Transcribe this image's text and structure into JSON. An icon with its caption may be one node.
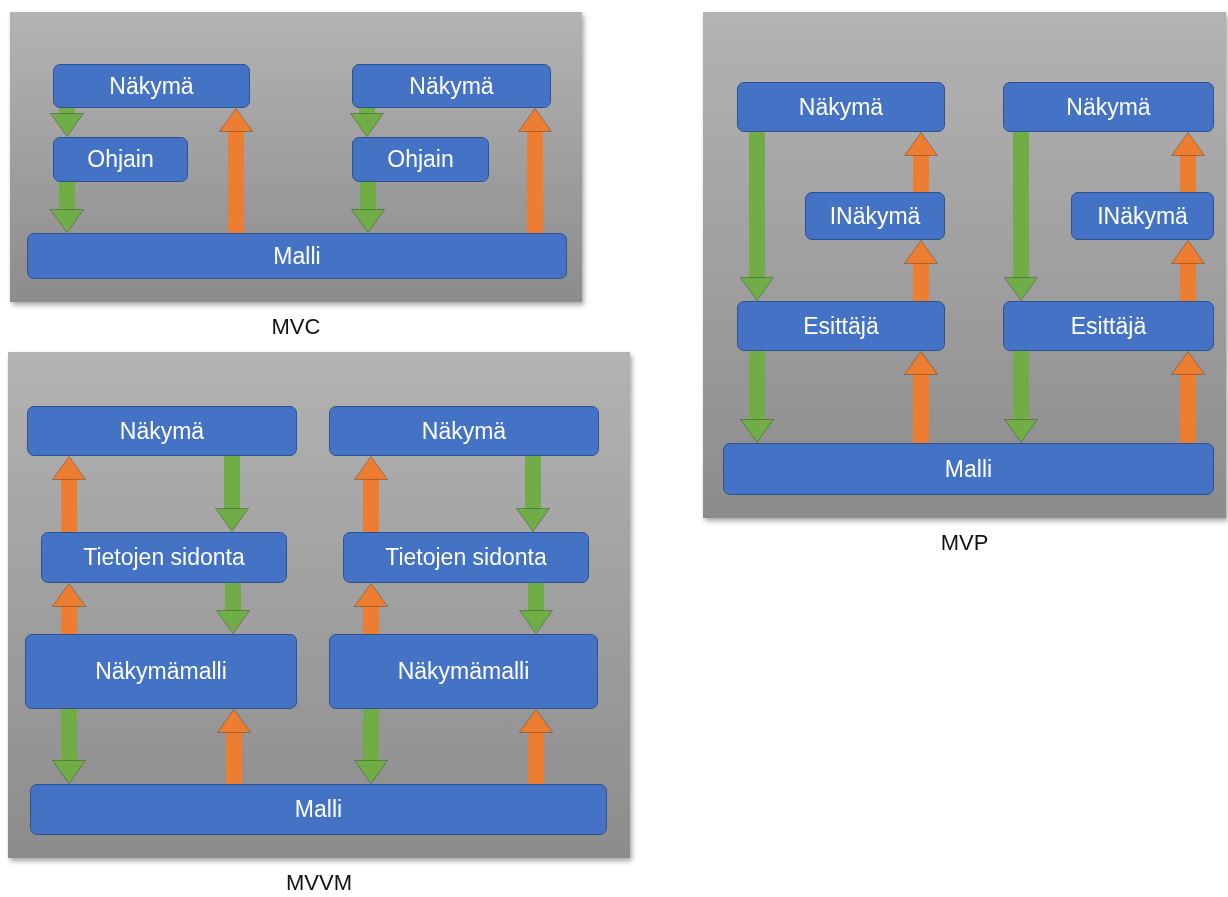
{
  "diagram": {
    "nodes": [
      {
        "text": [
          "MVC"
        ]
      },
      {
        "text": [
          "Näkymä"
        ],
        "in": 0
      },
      {
        "text": [
          "Ohjain"
        ],
        "in": 0
      },
      {
        "text": [
          "Näkymä"
        ],
        "in": 0
      },
      {
        "text": [
          "Ohjain"
        ],
        "in": 0
      },
      {
        "text": [
          "Malli"
        ],
        "in": 0
      },
      {
        "text": [
          "MVP"
        ]
      },
      {
        "text": [
          "Näkymä"
        ],
        "in": 6
      },
      {
        "text": [
          "INäkymä"
        ],
        "in": 6
      },
      {
        "text": [
          "Esittäjä"
        ],
        "in": 6
      },
      {
        "text": [
          "Malli"
        ],
        "in": 6
      },
      {
        "text": [
          "Näkymä"
        ],
        "in": 6
      },
      {
        "text": [
          "INäkymä"
        ],
        "in": 6
      },
      {
        "text": [
          "Esittäjä"
        ],
        "in": 6
      },
      {
        "text": [
          "MVVM"
        ]
      },
      {
        "text": [
          "Näkymä"
        ],
        "in": 14
      },
      {
        "text": [
          "Tietojen sidonta"
        ],
        "in": 14
      },
      {
        "text": [
          "Näkymämalli"
        ],
        "in": 14
      },
      {
        "text": [
          "Malli"
        ],
        "in": 14
      },
      {
        "text": [
          "Näkymä"
        ],
        "in": 14
      },
      {
        "text": [
          "Tietojen sidonta"
        ],
        "in": 14
      },
      {
        "text": [
          "Näkymämalli"
        ],
        "in": 14
      }
    ],
    "edges": [
      {
        "from": 1,
        "to": 2,
        "arrow": "to",
        "color": "#70ad47"
      },
      {
        "from": 2,
        "to": 5,
        "arrow": "to",
        "color": "#70ad47"
      },
      {
        "from": 5,
        "to": 1,
        "arrow": "to",
        "color": "#ed7d31"
      },
      {
        "from": 3,
        "to": 4,
        "arrow": "to",
        "color": "#70ad47"
      },
      {
        "from": 4,
        "to": 5,
        "arrow": "to",
        "color": "#70ad47"
      },
      {
        "from": 5,
        "to": 3,
        "arrow": "to",
        "color": "#ed7d31"
      },
      {
        "from": 7,
        "to": 9,
        "arrow": "to",
        "color": "#70ad47"
      },
      {
        "from": 9,
        "to": 10,
        "arrow": "to",
        "color": "#70ad47"
      },
      {
        "from": 10,
        "to": 9,
        "arrow": "to",
        "color": "#ed7d31"
      },
      {
        "from": 9,
        "to": 8,
        "arrow": "to",
        "color": "#ed7d31"
      },
      {
        "from": 8,
        "to": 7,
        "arrow": "to",
        "color": "#ed7d31"
      },
      {
        "from": 11,
        "to": 13,
        "arrow": "to",
        "color": "#70ad47"
      },
      {
        "from": 13,
        "to": 10,
        "arrow": "to",
        "color": "#70ad47"
      },
      {
        "from": 10,
        "to": 13,
        "arrow": "to",
        "color": "#ed7d31"
      },
      {
        "from": 13,
        "to": 12,
        "arrow": "to",
        "color": "#ed7d31"
      },
      {
        "from": 12,
        "to": 11,
        "arrow": "to",
        "color": "#ed7d31"
      },
      {
        "from": 15,
        "to": 16,
        "arrow": "to",
        "color": "#70ad47"
      },
      {
        "from": 16,
        "to": 17,
        "arrow": "to",
        "color": "#70ad47"
      },
      {
        "from": 17,
        "to": 18,
        "arrow": "to",
        "color": "#70ad47"
      },
      {
        "from": 18,
        "to": 17,
        "arrow": "to",
        "color": "#ed7d31"
      },
      {
        "from": 17,
        "to": 16,
        "arrow": "to",
        "color": "#ed7d31"
      },
      {
        "from": 16,
        "to": 15,
        "arrow": "to",
        "color": "#ed7d31"
      },
      {
        "from": 19,
        "to": 20,
        "arrow": "to",
        "color": "#70ad47"
      },
      {
        "from": 20,
        "to": 21,
        "arrow": "to",
        "color": "#70ad47"
      },
      {
        "from": 21,
        "to": 18,
        "arrow": "to",
        "color": "#70ad47"
      },
      {
        "from": 18,
        "to": 21,
        "arrow": "to",
        "color": "#ed7d31"
      },
      {
        "from": 21,
        "to": 20,
        "arrow": "to",
        "color": "#ed7d31"
      },
      {
        "from": 20,
        "to": 19,
        "arrow": "to",
        "color": "#ed7d31"
      }
    ]
  }
}
